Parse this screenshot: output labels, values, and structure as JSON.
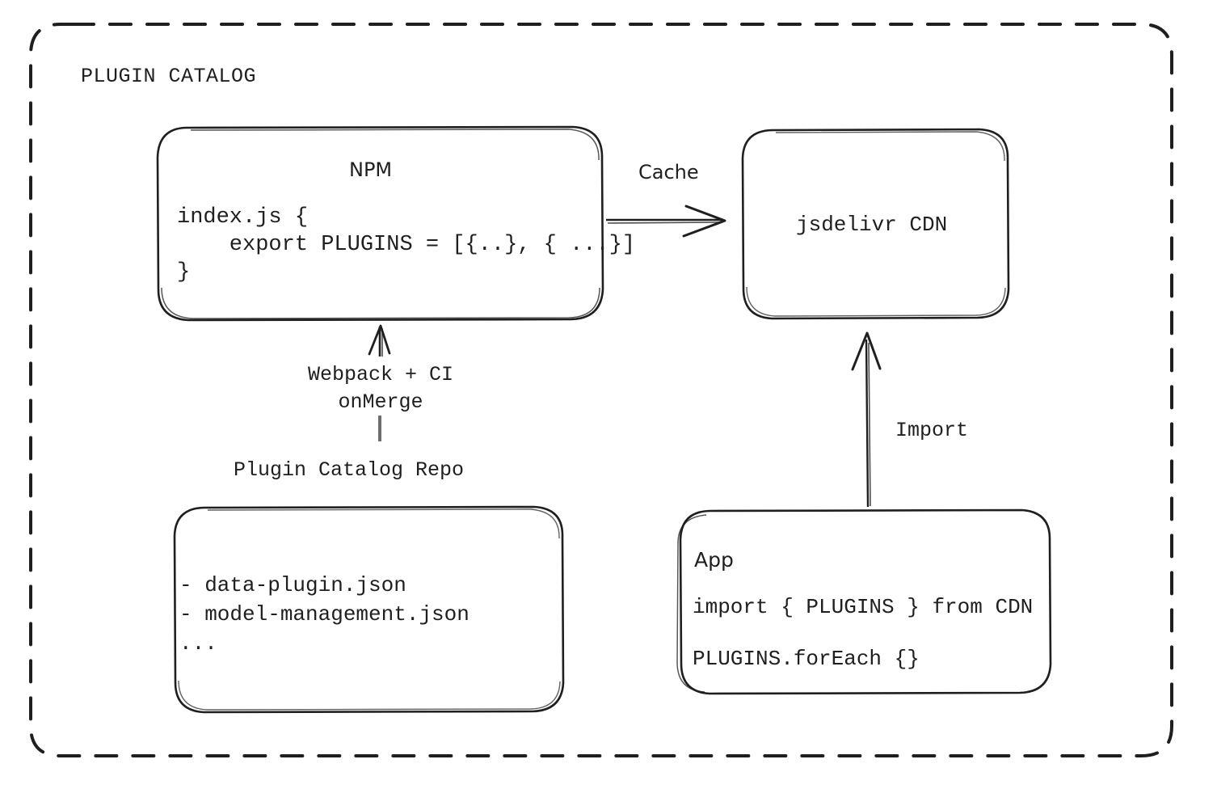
{
  "container": {
    "title": "PLUGIN CATALOG",
    "border_style": "dashed",
    "border_color": "#1f1f1f"
  },
  "nodes": {
    "npm": {
      "title": "NPM",
      "code": "index.js {\n    export PLUGINS = [{..}, { ...}]\n}"
    },
    "cdn": {
      "title": "jsdelivr CDN"
    },
    "repo": {
      "title": "Plugin Catalog Repo",
      "files": "- data-plugin.json\n- model-management.json\n..."
    },
    "app": {
      "title": "App",
      "line1": "import { PLUGINS } from CDN",
      "line2": "PLUGINS.forEach {}"
    }
  },
  "edges": {
    "cache": {
      "label": "Cache",
      "from": "npm",
      "to": "cdn"
    },
    "build": {
      "label": "Webpack + CI\nonMerge",
      "from": "repo",
      "to": "npm"
    },
    "import": {
      "label": "Import",
      "from": "app",
      "to": "cdn"
    }
  },
  "colors": {
    "stroke": "#1f1f1f",
    "background": "#ffffff",
    "muted": "#555555"
  }
}
